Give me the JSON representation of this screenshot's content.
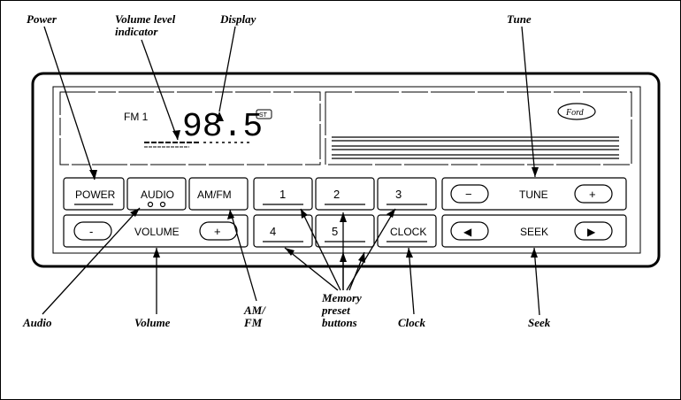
{
  "callouts": {
    "power": "Power",
    "volume_level": "Volume level\nindicator",
    "display": "Display",
    "tune": "Tune",
    "audio": "Audio",
    "volume": "Volume",
    "am_fm": "AM/\nFM",
    "memory": "Memory\npreset\nbuttons",
    "clock": "Clock",
    "seek": "Seek"
  },
  "display": {
    "band": "FM 1",
    "frequency": "98.5",
    "stereo_badge": "ST",
    "brand": "Ford"
  },
  "buttons": {
    "power": "POWER",
    "audio": "AUDIO",
    "am_fm": "AM/FM",
    "preset_1": "1",
    "preset_2": "2",
    "preset_3": "3",
    "preset_4": "4",
    "preset_5": "5",
    "clock": "CLOCK",
    "tune_label": "TUNE",
    "tune_minus": "−",
    "tune_plus": "+",
    "volume_label": "VOLUME",
    "volume_minus": "-",
    "volume_plus": "+",
    "seek_label": "SEEK",
    "seek_left": "◀",
    "seek_right": "▶"
  }
}
